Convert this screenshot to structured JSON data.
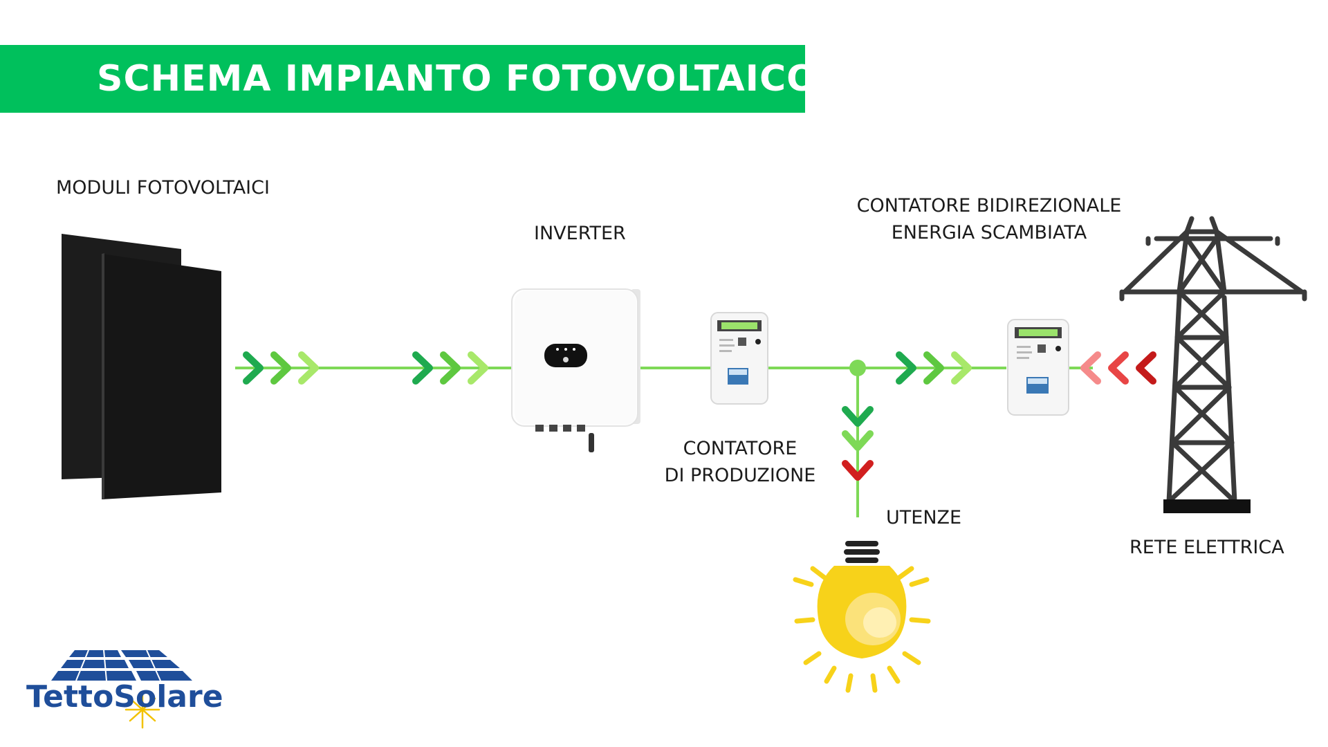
{
  "title": "SCHEMA IMPIANTO FOTOVOLTAICO",
  "labels": {
    "modules": "MODULI FOTOVOLTAICI",
    "inverter": "INVERTER",
    "bidirectional_line1": "CONTATORE BIDIREZIONALE",
    "bidirectional_line2": "ENERGIA SCAMBIATA",
    "production_line1": "CONTATORE",
    "production_line2": "DI PRODUZIONE",
    "loads": "UTENZE",
    "grid": "RETE ELETTRICA"
  },
  "logo": {
    "text": "TettoSolare"
  },
  "colors": {
    "brand_green": "#00c05c",
    "line_green": "#7ed957",
    "arrow_dark_green": "#1faa4f",
    "arrow_mid_green": "#5ec840",
    "arrow_light_green": "#a8e86a",
    "arrow_red_dark": "#d11f1f",
    "arrow_red_light": "#f06b6b",
    "panel_black": "#1c1c1c",
    "bulb_yellow": "#f7d21a",
    "logo_blue": "#1f4e9a"
  }
}
